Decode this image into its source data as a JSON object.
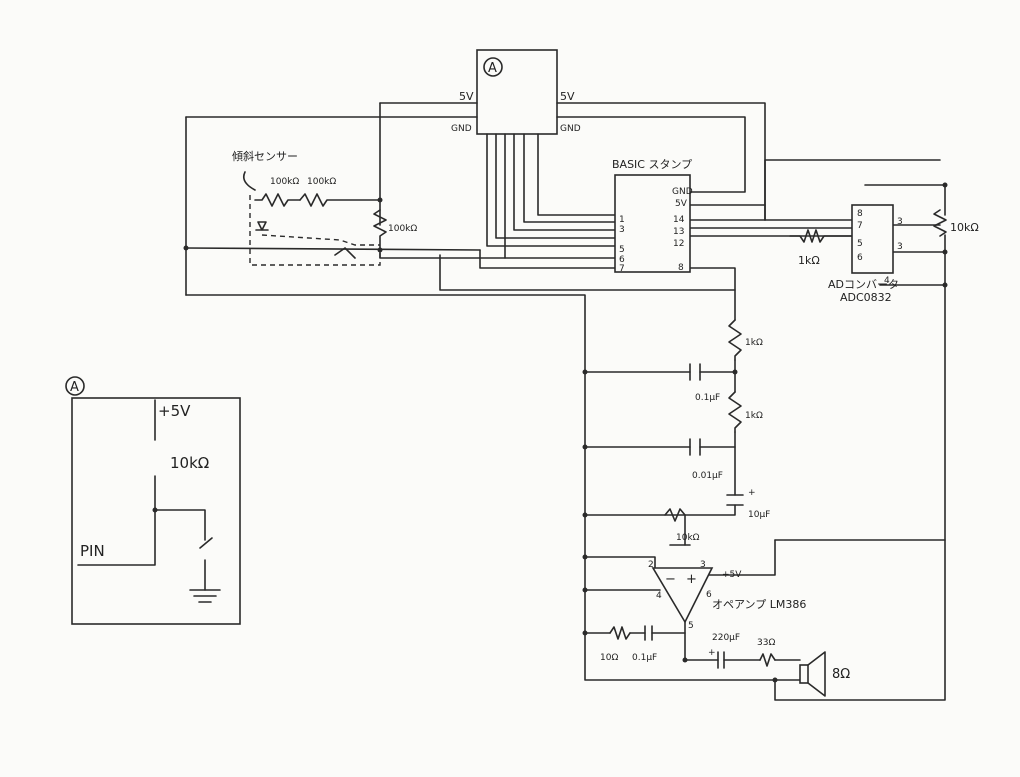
{
  "module_a": {
    "marker": "A",
    "pin_5v_left": "5V",
    "pin_5v_right": "5V",
    "pin_gnd_left": "GND",
    "pin_gnd_right": "GND"
  },
  "sensor": {
    "label": "傾斜センサー",
    "r1": "100kΩ",
    "r2": "100kΩ",
    "r3": "100kΩ"
  },
  "basic": {
    "title": "BASIC スタンプ",
    "gnd": "GND",
    "v5": "5V",
    "p14": "14",
    "p13": "13",
    "p12": "12",
    "p1": "1",
    "p3": "3",
    "p5": "5",
    "p6": "6",
    "p7": "7",
    "p8": "8"
  },
  "adc": {
    "p8": "8",
    "p7": "7",
    "p5": "5",
    "p6": "6",
    "p3": "3",
    "p4": "4",
    "r_pot": "10kΩ",
    "r_in": "1kΩ",
    "name1": "ADコンバータ",
    "name2": "ADC0832",
    "pin3_right": "3",
    "pin3_right2": "3"
  },
  "filter": {
    "r1": "1kΩ",
    "c1": "0.1μF",
    "r2": "1kΩ",
    "c2": "0.01μF",
    "c3": "10μF",
    "c3_plus": "+",
    "vr": "10kΩ"
  },
  "amp": {
    "name": "オペアンプ LM386",
    "minus": "−",
    "plus": "+",
    "p2": "2",
    "p3": "3",
    "p4": "4",
    "p5": "5",
    "p6": "6",
    "v": "+5V",
    "r_fb": "10Ω",
    "c_fb": "0.1μF",
    "c_out": "220μF",
    "c_out_plus": "+",
    "r_out": "33Ω",
    "speaker": "8Ω"
  },
  "inset": {
    "marker": "A",
    "vcc": "+5V",
    "r": "10kΩ",
    "pin": "PIN"
  }
}
